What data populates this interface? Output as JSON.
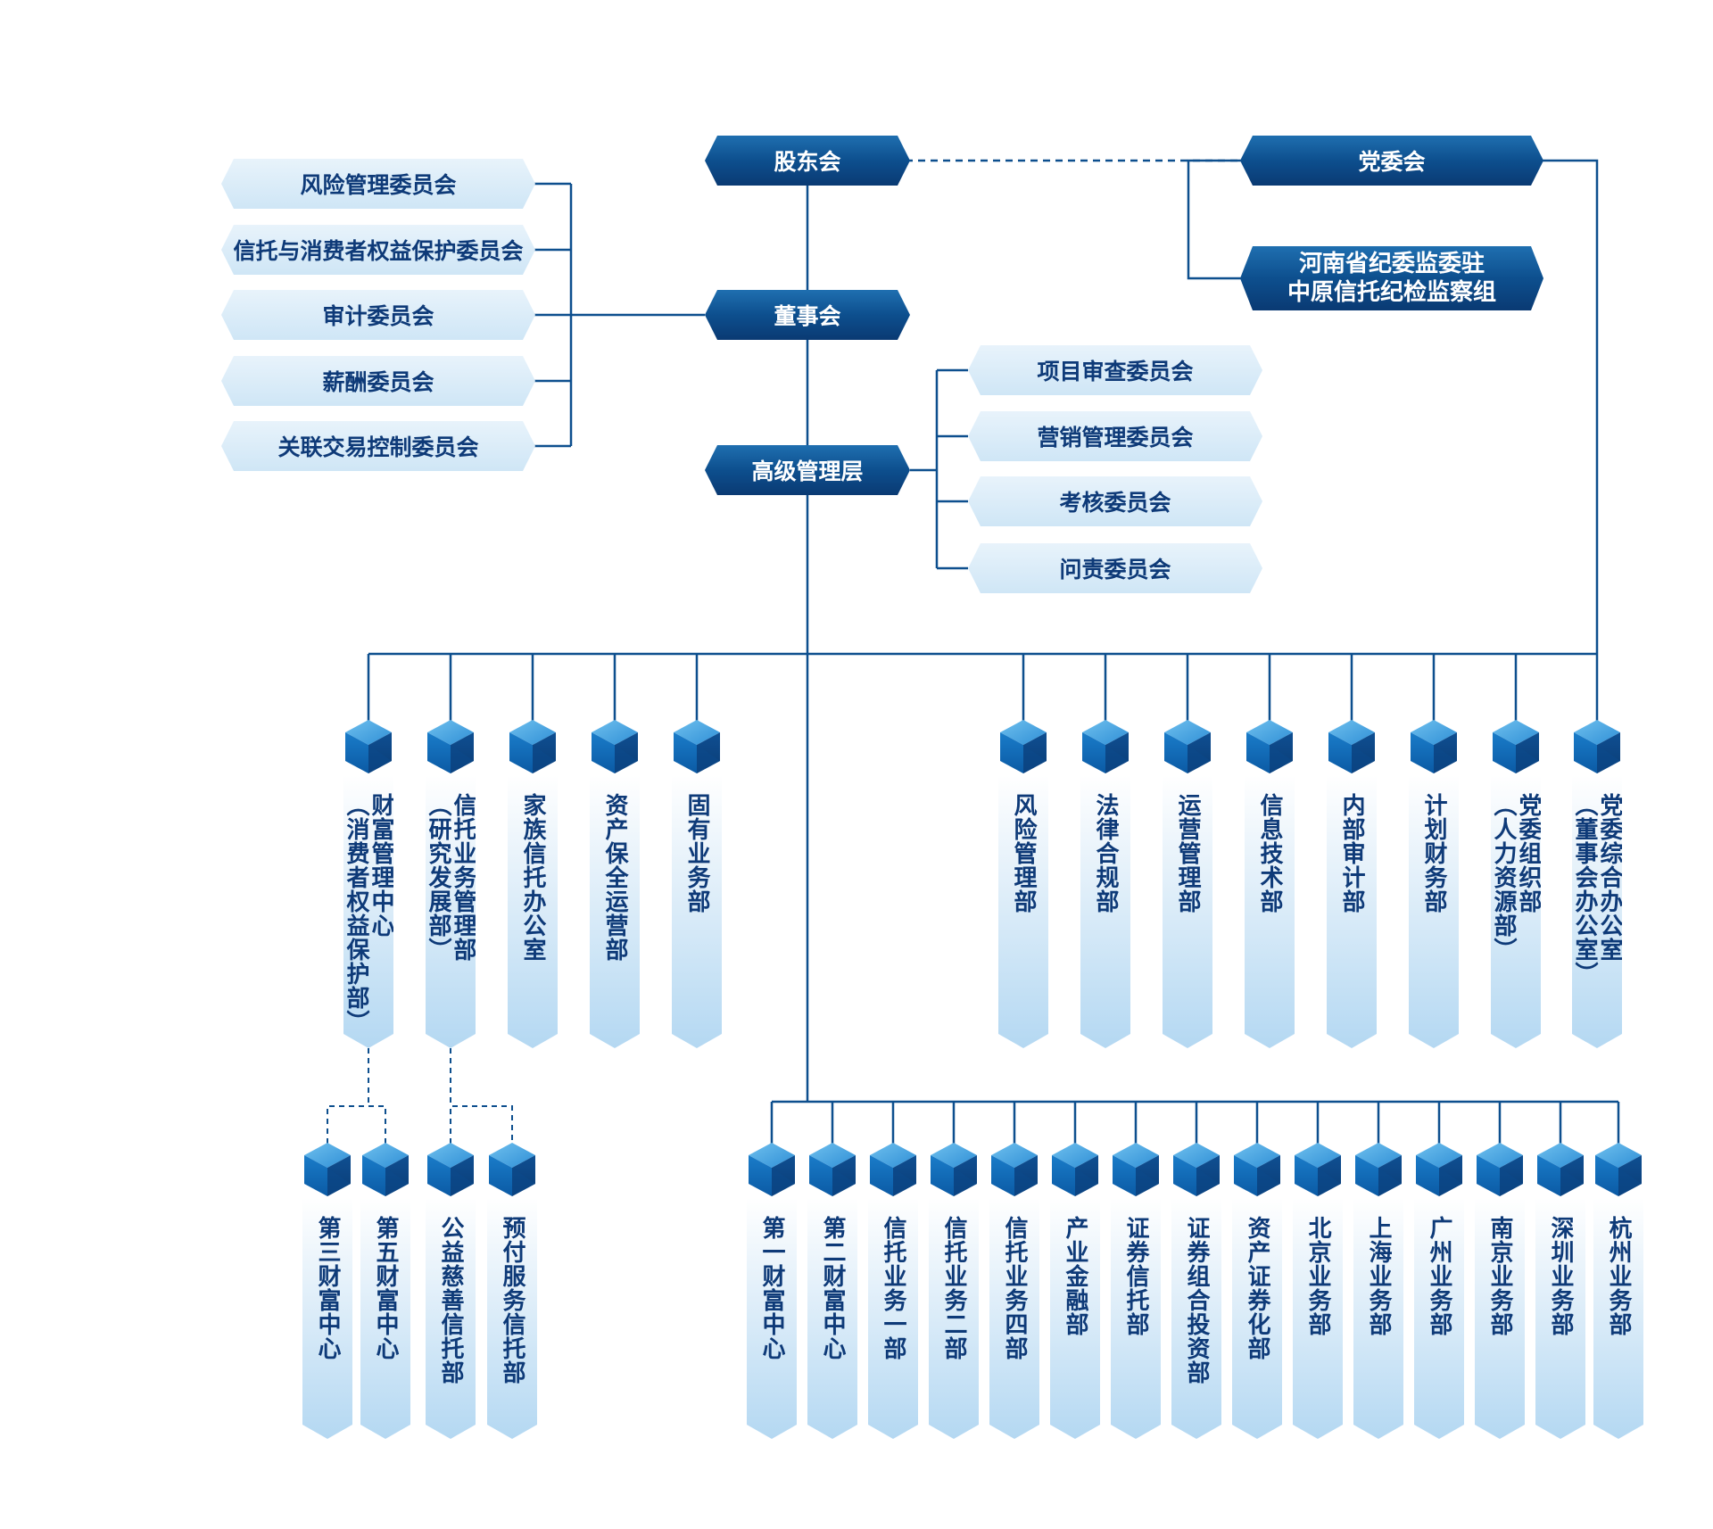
{
  "top": {
    "shareholders": "股东会",
    "party_committee": "党委会",
    "discipline_line1": "河南省纪委监委驻",
    "discipline_line2": "中原信托纪检监察组",
    "board": "董事会",
    "senior_management": "高级管理层"
  },
  "board_committees": [
    "风险管理委员会",
    "信托与消费者权益保护委员会",
    "审计委员会",
    "薪酬委员会",
    "关联交易控制委员会"
  ],
  "management_committees": [
    "项目审查委员会",
    "营销管理委员会",
    "考核委员会",
    "问责委员会"
  ],
  "left_departments": [
    "财富管理中心\n（消费者权益保护部）",
    "信托业务管理部\n（研究发展部）",
    "家族信托办公室",
    "资产保全运营部",
    "固有业务部"
  ],
  "right_departments": [
    "风险管理部",
    "法律合规部",
    "运营管理部",
    "信息技术部",
    "内部审计部",
    "计划财务部",
    "党委组织部\n（人力资源部）",
    "党委综合办公室\n（董事会办公室）"
  ],
  "sub_departments": [
    "第三财富中心",
    "第五财富中心",
    "公益慈善信托部",
    "预付服务信托部"
  ],
  "business_departments": [
    "第一财富中心",
    "第二财富中心",
    "信托业务一部",
    "信托业务二部",
    "信托业务四部",
    "产业金融部",
    "证券信托部",
    "证券组合投资部",
    "资产证券化部",
    "北京业务部",
    "上海业务部",
    "广州业务部",
    "南京业务部",
    "深圳业务部",
    "杭州业务部"
  ],
  "colors": {
    "line": "#0d4f8e",
    "dark_box": "#0d4f8e",
    "light_box": "#cfe6f6",
    "text_dark": "#0e3a78"
  }
}
